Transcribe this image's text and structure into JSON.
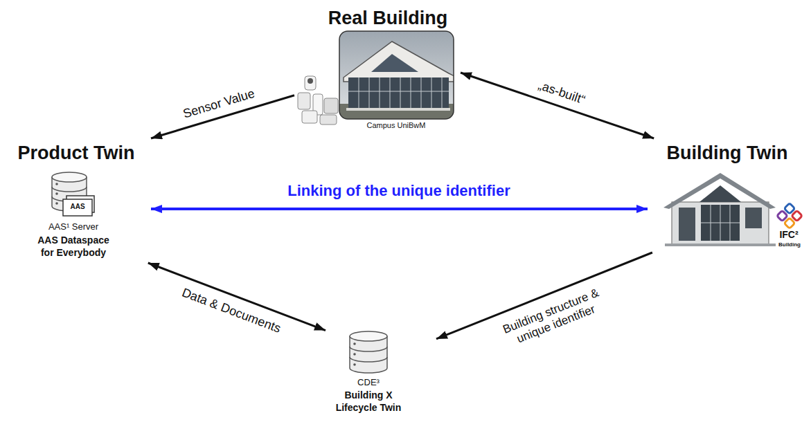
{
  "diagram": {
    "nodes": [
      {
        "text": [
          "Real Building",
          "Campus UniBwM"
        ]
      },
      {
        "text": [
          "Product Twin",
          "AAS¹ Server",
          "AAS Dataspace for Everybody"
        ]
      },
      {
        "text": [
          "Building Twin"
        ]
      },
      {
        "text": [
          "CDE³",
          "Building X Lifecycle Twin"
        ]
      }
    ],
    "edges": [
      {
        "from": 0,
        "to": 1,
        "label": "Sensor Value",
        "arrow": "to"
      },
      {
        "from": 0,
        "to": 2,
        "label": "„as-built“",
        "arrow": "both"
      },
      {
        "from": 1,
        "to": 2,
        "label": "Linking of the unique identifier",
        "arrow": "both"
      },
      {
        "from": 1,
        "to": 3,
        "label": "Data & Documents",
        "arrow": "both"
      },
      {
        "from": 2,
        "to": 3,
        "label": "Building structure & unique identifier",
        "arrow": "to"
      }
    ],
    "labels": [
      "AAS",
      "IFC²",
      "Building"
    ]
  }
}
